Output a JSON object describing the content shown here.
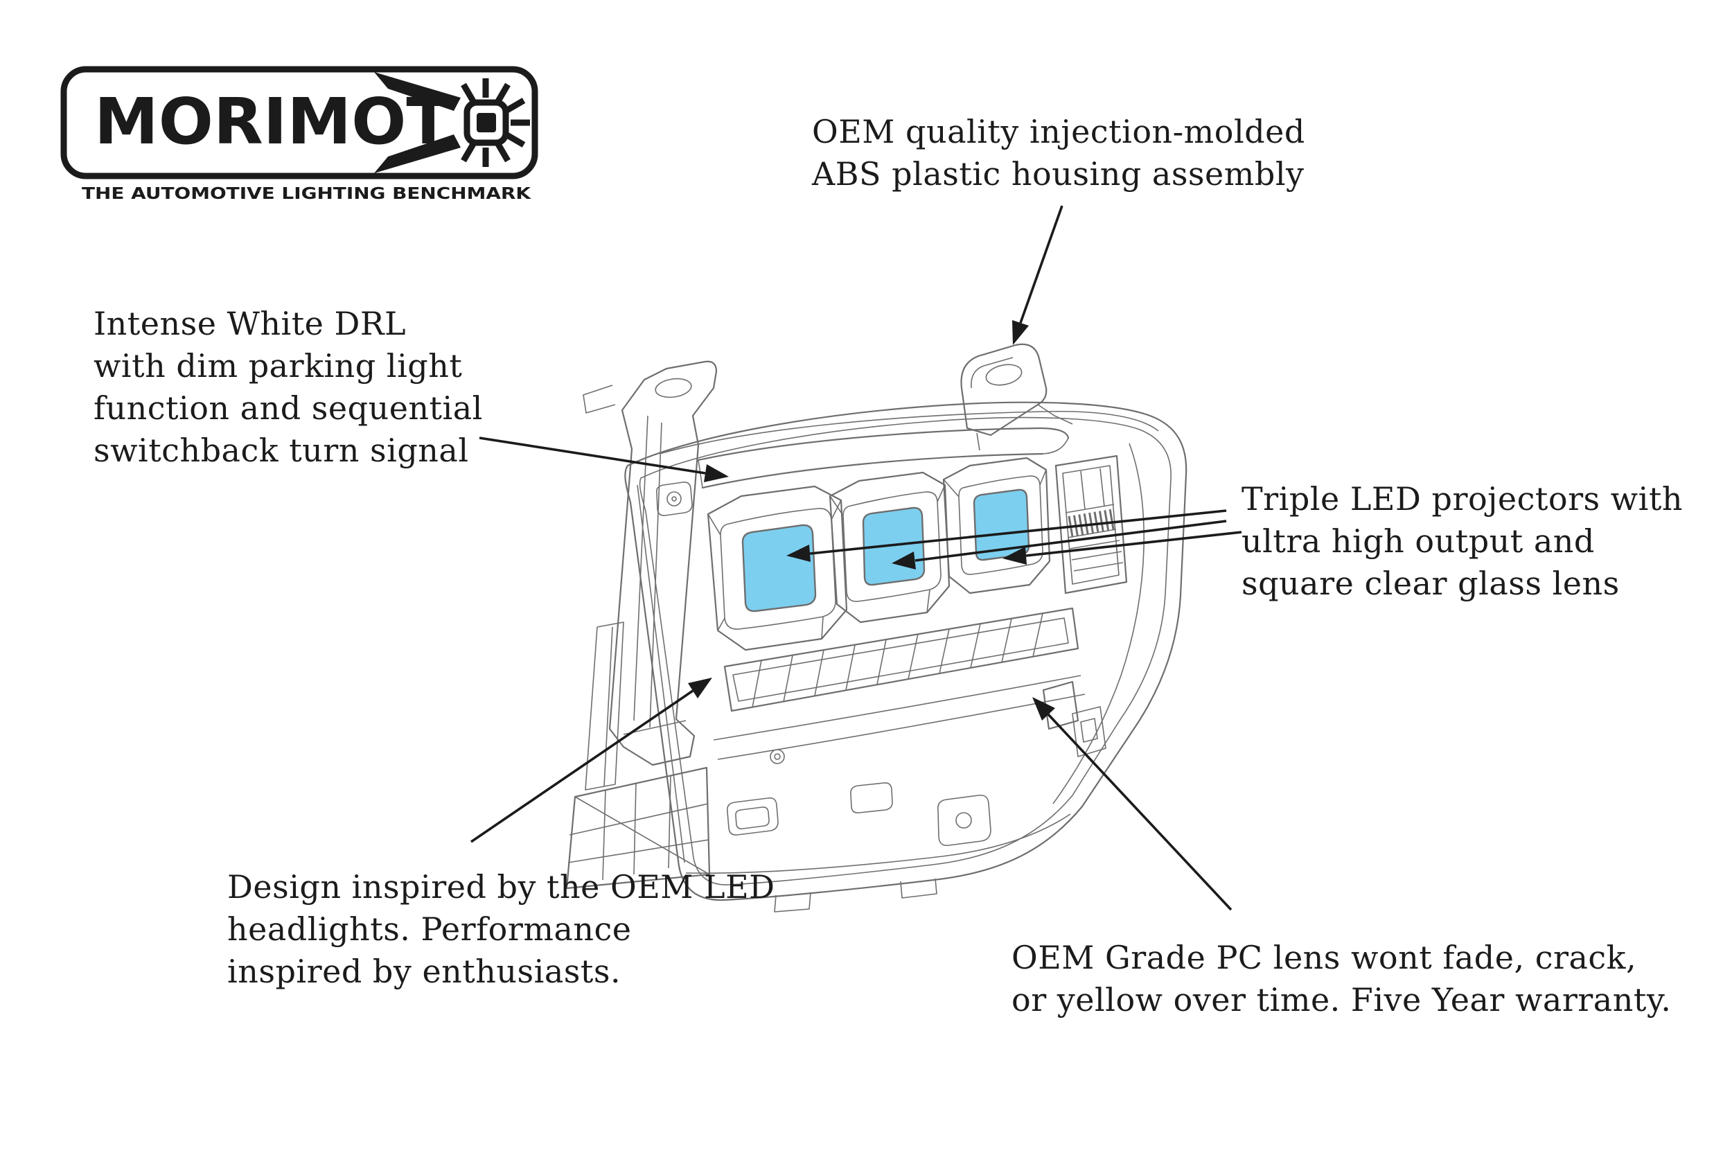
{
  "logo": {
    "brand": "MORIMOTO",
    "wordmark_prefix": "MORIMOT",
    "tagline": "THE AUTOMOTIVE LIGHTING BENCHMARK"
  },
  "annotations": {
    "housing": "OEM quality injection-molded\nABS plastic housing assembly",
    "drl": "Intense White DRL\nwith dim parking light\nfunction and sequential\nswitchback turn signal",
    "projectors": "Triple LED projectors with\nultra high output and\nsquare clear glass lens",
    "design": "Design inspired by the OEM LED\nheadlights. Performance\ninspired by enthusiasts.",
    "pc_lens": "OEM Grade PC lens wont fade, crack,\nor yellow over time. Five Year warranty."
  },
  "figure": {
    "subject": "LED headlight assembly wireframe, three-quarter view",
    "projector_count": 3
  },
  "colors": {
    "background": "#FFFFFF",
    "ink": "#1B1B1B",
    "wire_gray": "#6E6E6E",
    "projector_lens_blue": "#7DCFEF"
  }
}
